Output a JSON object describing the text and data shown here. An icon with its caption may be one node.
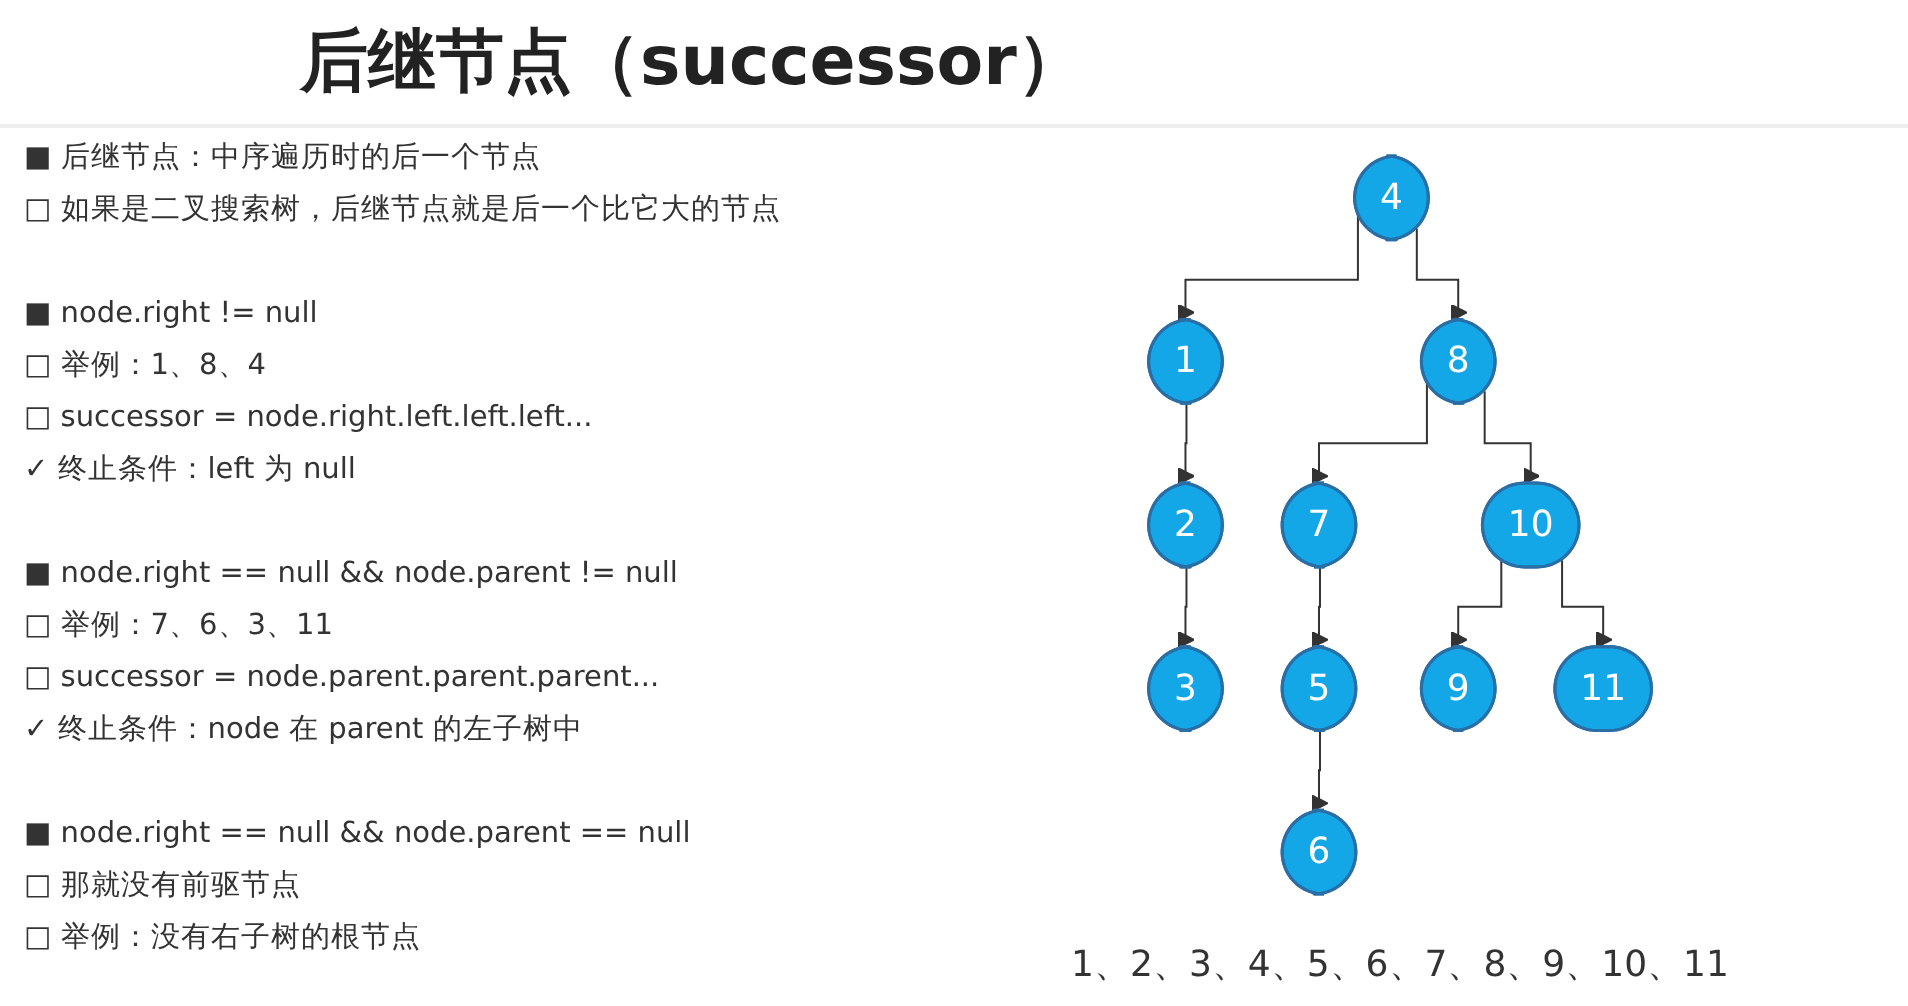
{
  "diagram": {
    "title": "后继节点（successor）",
    "nodes": [
      {
        "text": [
          "4"
        ]
      },
      {
        "text": [
          "1"
        ]
      },
      {
        "text": [
          "8"
        ]
      },
      {
        "text": [
          "2"
        ]
      },
      {
        "text": [
          "7"
        ]
      },
      {
        "text": [
          "10"
        ]
      },
      {
        "text": [
          "3"
        ]
      },
      {
        "text": [
          "5"
        ]
      },
      {
        "text": [
          "9"
        ]
      },
      {
        "text": [
          "11"
        ]
      },
      {
        "text": [
          "6"
        ]
      }
    ],
    "edges": [
      {
        "from": 0,
        "to": 1,
        "arrow": "to"
      },
      {
        "from": 0,
        "to": 2,
        "arrow": "to"
      },
      {
        "from": 1,
        "to": 3,
        "arrow": "to"
      },
      {
        "from": 3,
        "to": 6,
        "arrow": "to"
      },
      {
        "from": 2,
        "to": 4,
        "arrow": "to"
      },
      {
        "from": 2,
        "to": 5,
        "arrow": "to"
      },
      {
        "from": 4,
        "to": 7,
        "arrow": "to"
      },
      {
        "from": 7,
        "to": 10,
        "arrow": "to"
      },
      {
        "from": 5,
        "to": 8,
        "arrow": "to"
      },
      {
        "from": 5,
        "to": 9,
        "arrow": "to"
      }
    ],
    "labels": [
      "■ 后继节点：中序遍历时的后一个节点",
      "□ 如果是二叉搜索树，后继节点就是后一个比它大的节点",
      "■ node.right != null",
      "□ 举例：1、8、4",
      "□ successor = node.right.left.left.left...",
      "✓ 终止条件：left 为 null",
      "■ node.right == null && node.parent != null",
      "□ 举例：7、6、3、11",
      "□ successor = node.parent.parent.parent...",
      "✓ 终止条件：node 在 parent 的左子树中",
      "■ node.right == null && node.parent == null",
      "□ 那就没有前驱节点",
      "□ 举例：没有右子树的根节点",
      "1、2、3、4、5、6、7、8、9、10、11"
    ]
  }
}
